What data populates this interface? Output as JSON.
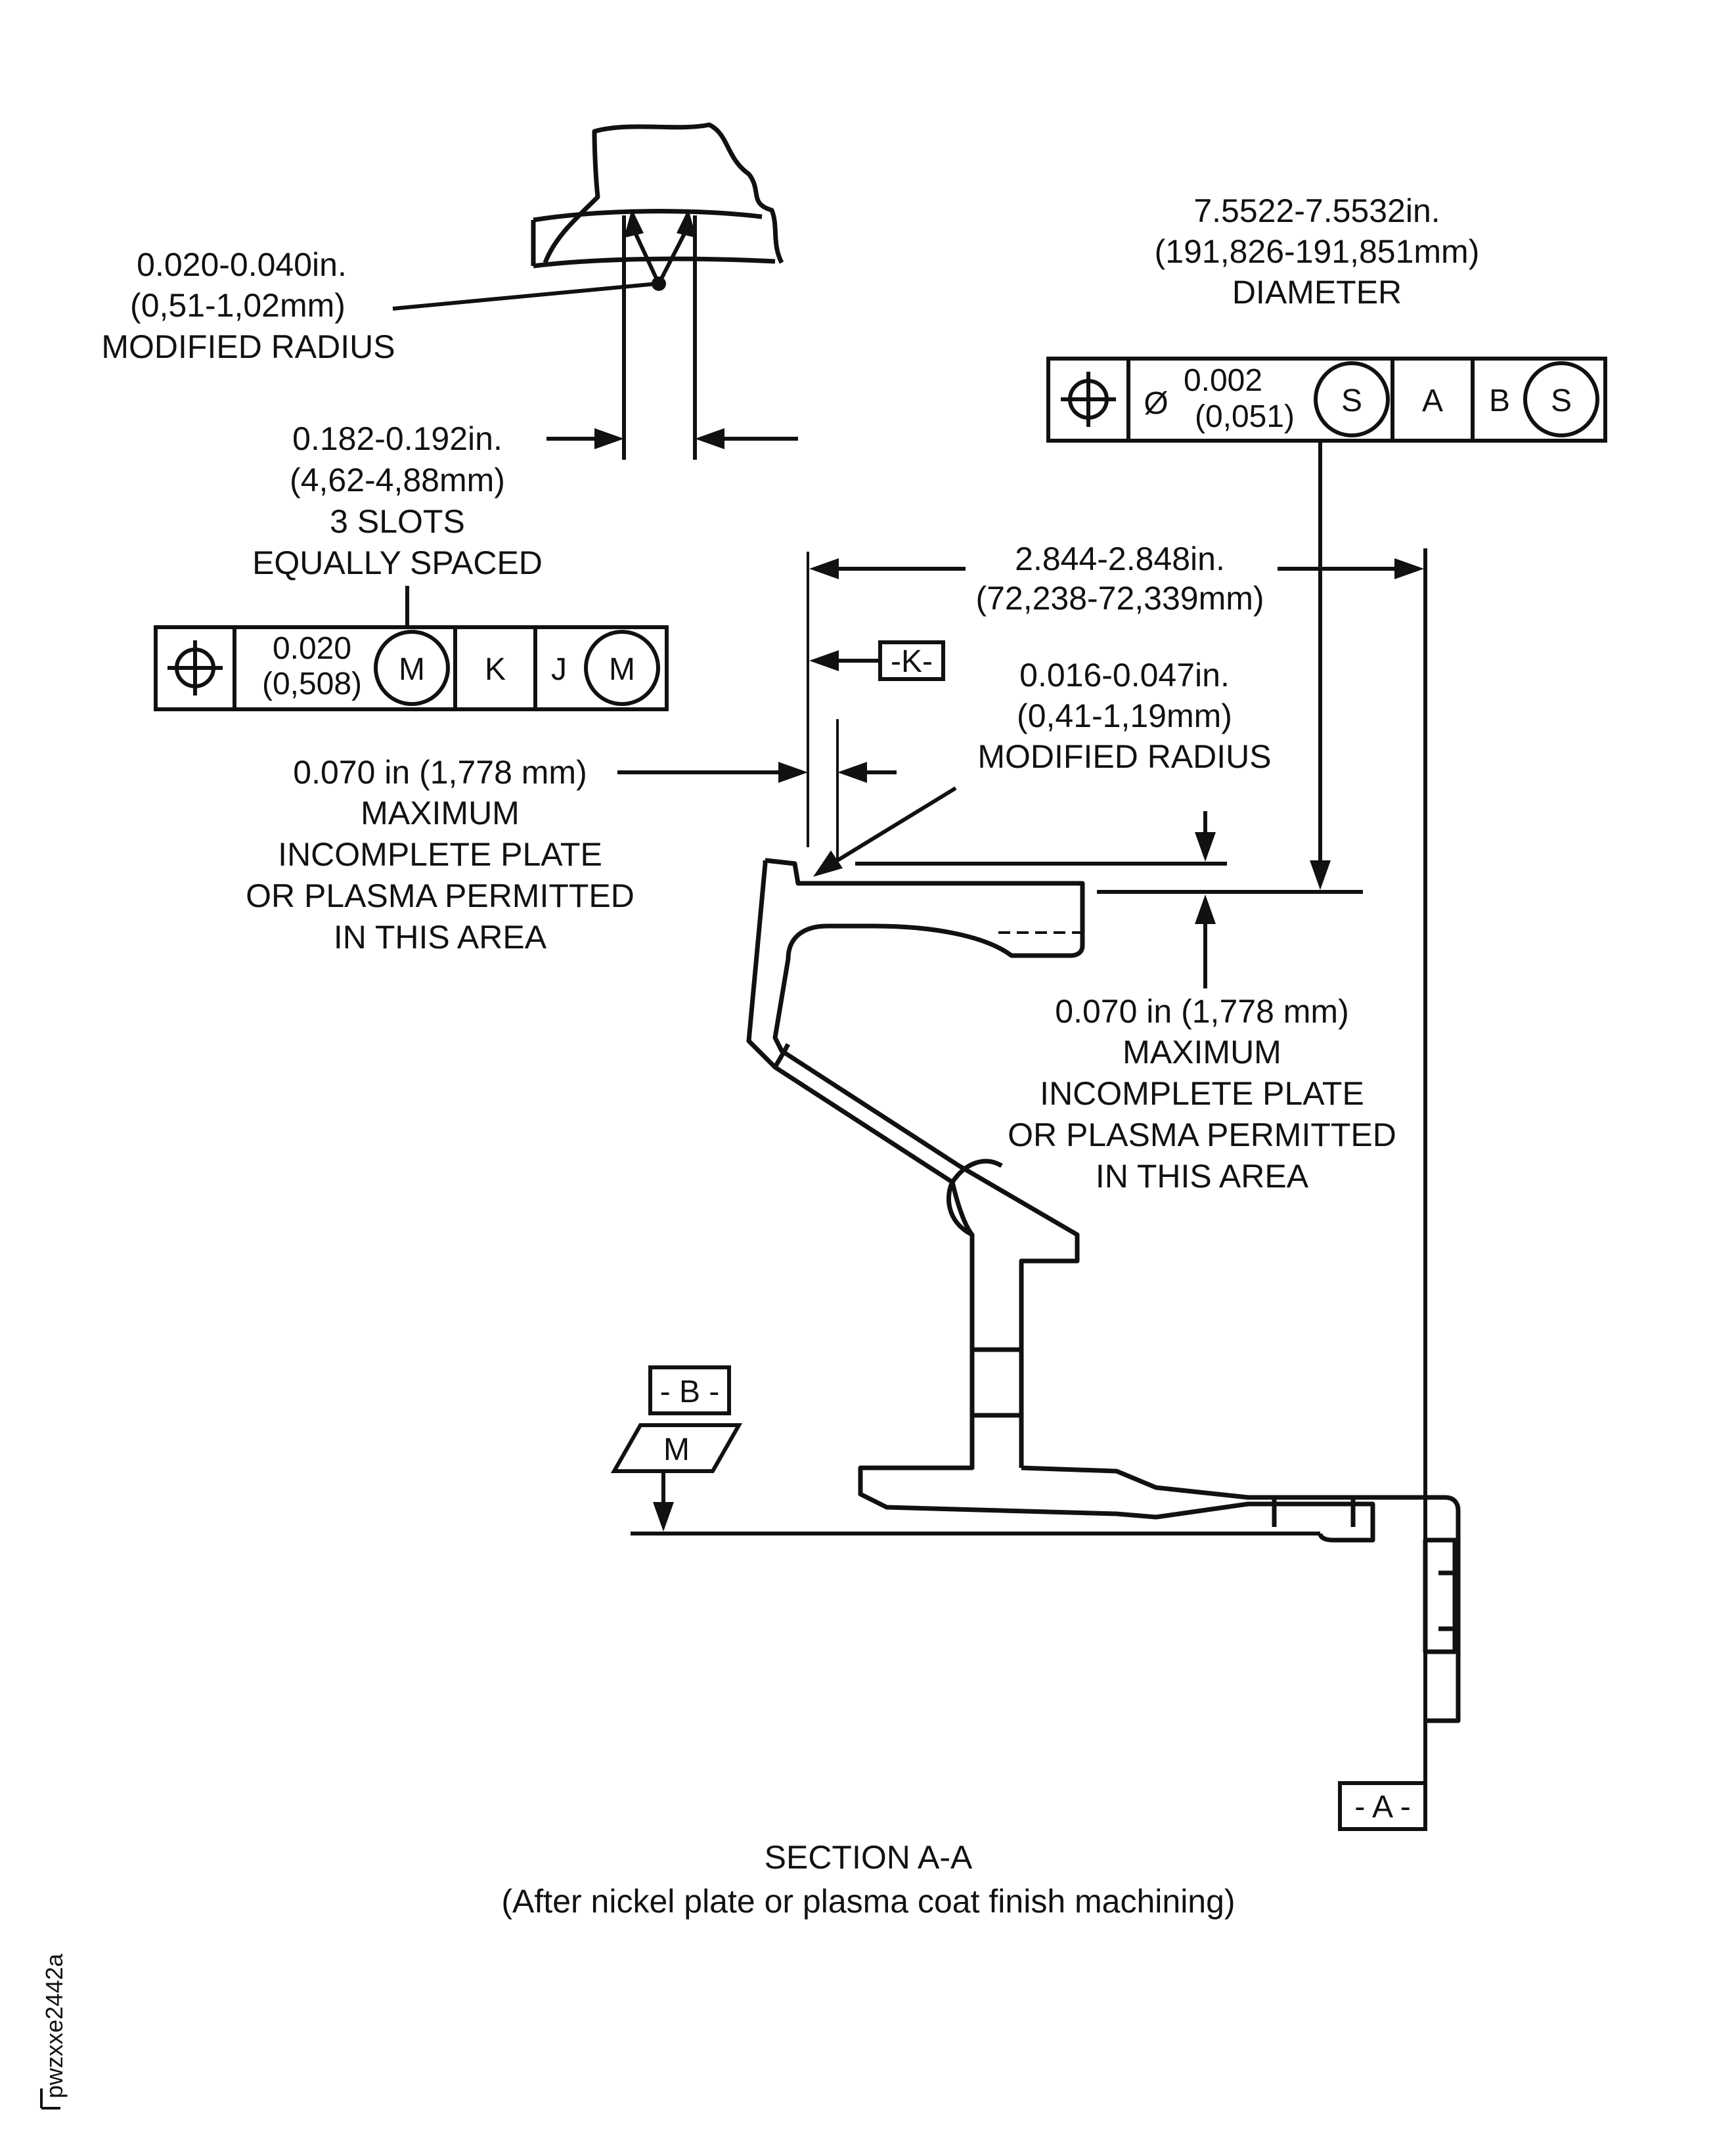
{
  "slot_radius": {
    "lines": [
      "0.020-0.040in.",
      "(0,51-1,02mm)",
      "MODIFIED RADIUS"
    ]
  },
  "slot_width": {
    "lines": [
      "0.182-0.192in.",
      "(4,62-4,88mm)",
      "3 SLOTS",
      "EQUALLY SPACED"
    ]
  },
  "position_frame_left": {
    "symbol": "position-icon",
    "tolerance": "0.020",
    "tolerance_mm": "(0,508)",
    "modifier": "M",
    "datum1": "K",
    "datum2": "J",
    "datum2_modifier": "M"
  },
  "diameter": {
    "lines": [
      "7.5522-7.5532in.",
      "(191,826-191,851mm)",
      "DIAMETER"
    ]
  },
  "position_frame_right": {
    "symbol": "position-icon",
    "diameter_symbol": "Ø",
    "tolerance": "0.002",
    "tolerance_mm": "(0,051)",
    "modifier": "S",
    "datum1": "A",
    "datum2": "B",
    "datum2_modifier": "S"
  },
  "length": {
    "lines": [
      "2.844-2.848in.",
      "(72,238-72,339mm)"
    ]
  },
  "datums": {
    "k": "-K-",
    "b": "- B -",
    "m": "M",
    "a": "- A -"
  },
  "corner_radius": {
    "lines": [
      "0.016-0.047in.",
      "(0,41-1,19mm)",
      "MODIFIED RADIUS"
    ]
  },
  "plate_left": {
    "lines": [
      "0.070 in (1,778 mm)",
      "MAXIMUM",
      "INCOMPLETE PLATE",
      "OR PLASMA PERMITTED",
      "IN THIS AREA"
    ]
  },
  "plate_right": {
    "lines": [
      "0.070 in (1,778 mm)",
      "MAXIMUM",
      "INCOMPLETE PLATE",
      "OR PLASMA PERMITTED",
      "IN THIS AREA"
    ]
  },
  "caption": {
    "title": "SECTION A-A",
    "subtitle": "(After nickel plate or plasma coat finish machining)"
  },
  "figure_id": "pwzxxe2442a"
}
